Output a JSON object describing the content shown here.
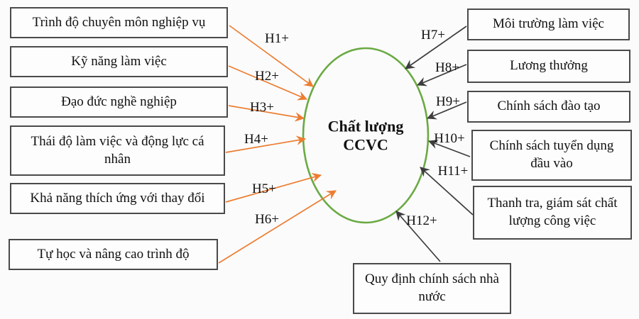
{
  "center_node": {
    "line1": "Chất lượng",
    "line2": "CCVC"
  },
  "left_factors": [
    {
      "label": "Trình độ chuyên môn nghiệp vụ",
      "hypothesis": "H1+"
    },
    {
      "label": "Kỹ năng làm việc",
      "hypothesis": "H2+"
    },
    {
      "label": "Đạo đức nghề nghiệp",
      "hypothesis": "H3+"
    },
    {
      "label": "Thái độ làm việc và động lực cá nhân",
      "hypothesis": "H4+"
    },
    {
      "label": "Khả năng thích ứng với thay đổi",
      "hypothesis": "H5+"
    },
    {
      "label": "Tự học và nâng cao trình độ",
      "hypothesis": "H6+"
    }
  ],
  "right_factors": [
    {
      "label": "Môi trường làm việc",
      "hypothesis": "H7+"
    },
    {
      "label": "Lương thưởng",
      "hypothesis": "H8+"
    },
    {
      "label": "Chính sách đào tạo",
      "hypothesis": "H9+"
    },
    {
      "label": "Chính sách tuyển dụng đầu vào",
      "hypothesis": "H10+"
    },
    {
      "label": "Thanh tra, giám sát chất lượng công việc",
      "hypothesis": "H11+"
    }
  ],
  "bottom_factor": {
    "label": "Quy định chính sách nhà nước",
    "hypothesis": "H12+"
  },
  "colors": {
    "left_arrow": "#ED7D31",
    "right_arrow": "#3d3d3d",
    "ellipse_stroke": "#6aaa43",
    "box_border": "#4a4a4a",
    "text": "#111111",
    "background": "#fbfbfb"
  }
}
